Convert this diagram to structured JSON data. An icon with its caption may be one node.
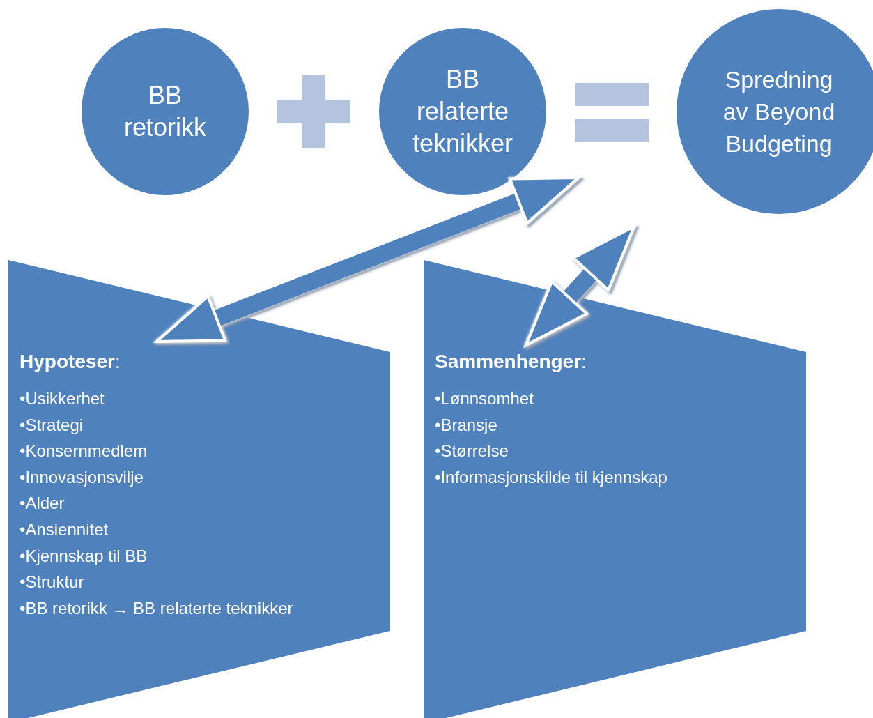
{
  "diagram": {
    "nodes": [
      {
        "text": [
          "BB retorikk"
        ]
      },
      {
        "text": [
          "BB relaterte teknikker"
        ]
      },
      {
        "text": [
          "Spredning av Beyond Budgeting"
        ]
      },
      {
        "text": [
          "**Hypoteser**:",
          "•Usikkerhet",
          "•Strategi",
          "•Konsernmedlem",
          "•Innovasjonsvilje",
          "•Alder",
          "•Ansiennitet",
          "•Kjennskap til BB",
          "•Struktur",
          "•BB retorikk → BB relaterte teknikker"
        ]
      },
      {
        "text": [
          "**Sammenhenger**:",
          "•Lønnsomhet",
          "•Bransje",
          "•Størrelse",
          "•Informasjonskilde til kjennskap"
        ]
      }
    ],
    "edges": [
      {
        "from": 3,
        "to": 1,
        "arrow": "both"
      },
      {
        "from": 4,
        "to": null,
        "arrow": "both"
      }
    ]
  }
}
